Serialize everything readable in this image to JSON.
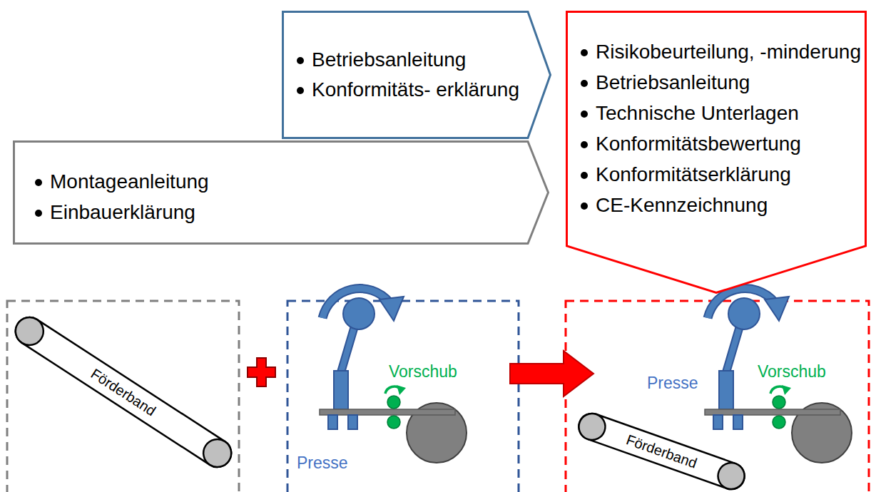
{
  "diagram": {
    "nodes": [
      {
        "text": [
          "Montageanleitung",
          "Einbauerklärung"
        ]
      },
      {
        "text": [
          "Betriebsanleitung",
          "Konformitäts- erklärung"
        ]
      },
      {
        "text": [
          "Risikobeurteilung, -minderung",
          "Betriebsanleitung",
          "Technische Unterlagen",
          "Konformitätsbewertung",
          "Konformitätserklärung",
          "CE-Kennzeichnung"
        ]
      },
      {
        "text": [
          "Förderband"
        ]
      },
      {
        "text": [
          "Förderband"
        ]
      }
    ],
    "labels": [
      "Vorschub",
      "Presse",
      "Presse",
      "Vorschub"
    ]
  }
}
